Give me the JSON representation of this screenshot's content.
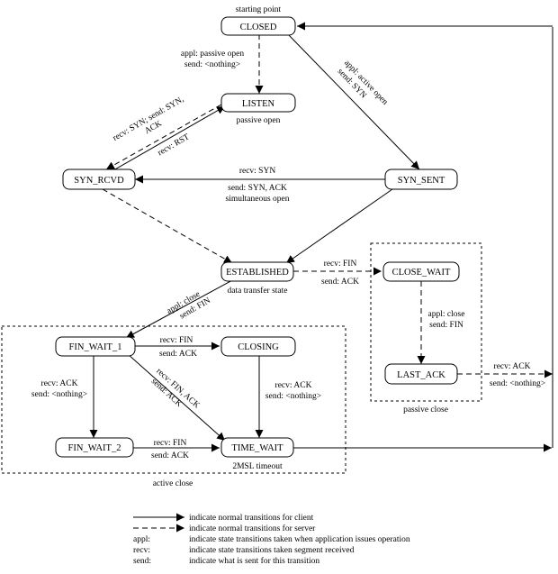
{
  "states": {
    "closed": "CLOSED",
    "listen": "LISTEN",
    "syn_rcvd": "SYN_RCVD",
    "syn_sent": "SYN_SENT",
    "established": "ESTABLISHED",
    "close_wait": "CLOSE_WAIT",
    "last_ack": "LAST_ACK",
    "fin_wait_1": "FIN_WAIT_1",
    "closing": "CLOSING",
    "fin_wait_2": "FIN_WAIT_2",
    "time_wait": "TIME_WAIT"
  },
  "captions": {
    "starting_point": "starting point",
    "passive_open": "passive open",
    "simultaneous_open": "simultaneous open",
    "data_transfer_state": "data transfer state",
    "two_msl_timeout": "2MSL timeout",
    "active_close": "active close",
    "passive_close": "passive close"
  },
  "transitions": {
    "closed_listen_1": "appl: passive open",
    "closed_listen_2": "send: <nothing>",
    "closed_synsent_1": "appl: active open",
    "closed_synsent_2": "send: SYN",
    "listen_synrcvd_1": "recv: SYN; send: SYN,",
    "listen_synrcvd_2": "ACK",
    "synrcvd_listen": "recv: RST",
    "synsent_synrcvd_1": "recv: SYN",
    "synsent_synrcvd_2": "send: SYN, ACK",
    "est_closewait_1": "recv: FIN",
    "est_closewait_2": "send: ACK",
    "est_finwait1_1": "appl: close",
    "est_finwait1_2": "send: FIN",
    "closewait_lastack_1": "appl: close",
    "closewait_lastack_2": "send: FIN",
    "lastack_closed_1": "recv: ACK",
    "lastack_closed_2": "send: <nothing>",
    "finwait1_closing_1": "recv: FIN",
    "finwait1_closing_2": "send: ACK",
    "finwait1_finwait2_1": "recv: ACK",
    "finwait1_finwait2_2": "send: <nothing>",
    "finwait1_timewait_1": "recv: FIN, ACK",
    "finwait1_timewait_2": "send: ACK",
    "closing_timewait_1": "recv: ACK",
    "closing_timewait_2": "send: <nothing>",
    "finwait2_timewait_1": "recv: FIN",
    "finwait2_timewait_2": "send: ACK"
  },
  "legend": {
    "client": "indicate normal transitions for client",
    "server": "indicate normal transitions for server",
    "appl_key": "appl:",
    "appl_desc": "indicate state transitions taken when application issues operation",
    "recv_key": "recv:",
    "recv_desc": "indicate state transitions taken segment received",
    "send_key": "send:",
    "send_desc": "indicate what is sent for this transition"
  }
}
